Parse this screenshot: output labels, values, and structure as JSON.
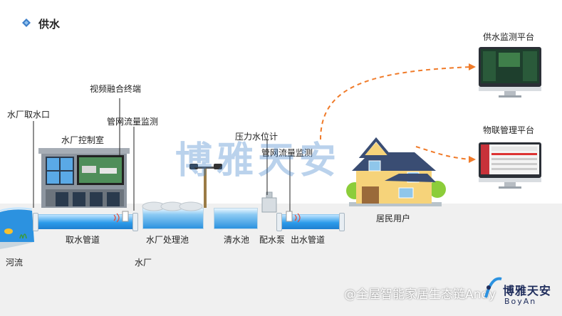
{
  "title": "供水",
  "labels": {
    "water_intake": "水厂取水口",
    "video_terminal": "视频融合终端",
    "pipe_flow_monitor_1": "管网流量监测",
    "control_room": "水厂控制室",
    "pressure_gauge": "压力水位计",
    "pipe_flow_monitor_2": "管网流量监测",
    "intake_pipe": "取水管道",
    "treatment_tank": "水厂处理池",
    "clear_water_tank": "清水池",
    "distribution_pump": "配水泵",
    "outlet_pipe": "出水管道",
    "residential_user": "居民用户",
    "river": "河流",
    "water_plant": "水厂",
    "supply_monitor_platform": "供水监测平台",
    "iot_platform": "物联管理平台"
  },
  "watermark": "博雅天安",
  "footer": "@全屋智能家居生态链Andy",
  "logo": {
    "name": "博雅天安",
    "sub": "BoyAn"
  },
  "colors": {
    "accent": "#2c92e0",
    "arrow": "#f07b2a",
    "title_diamond": "#3d7fc9"
  }
}
